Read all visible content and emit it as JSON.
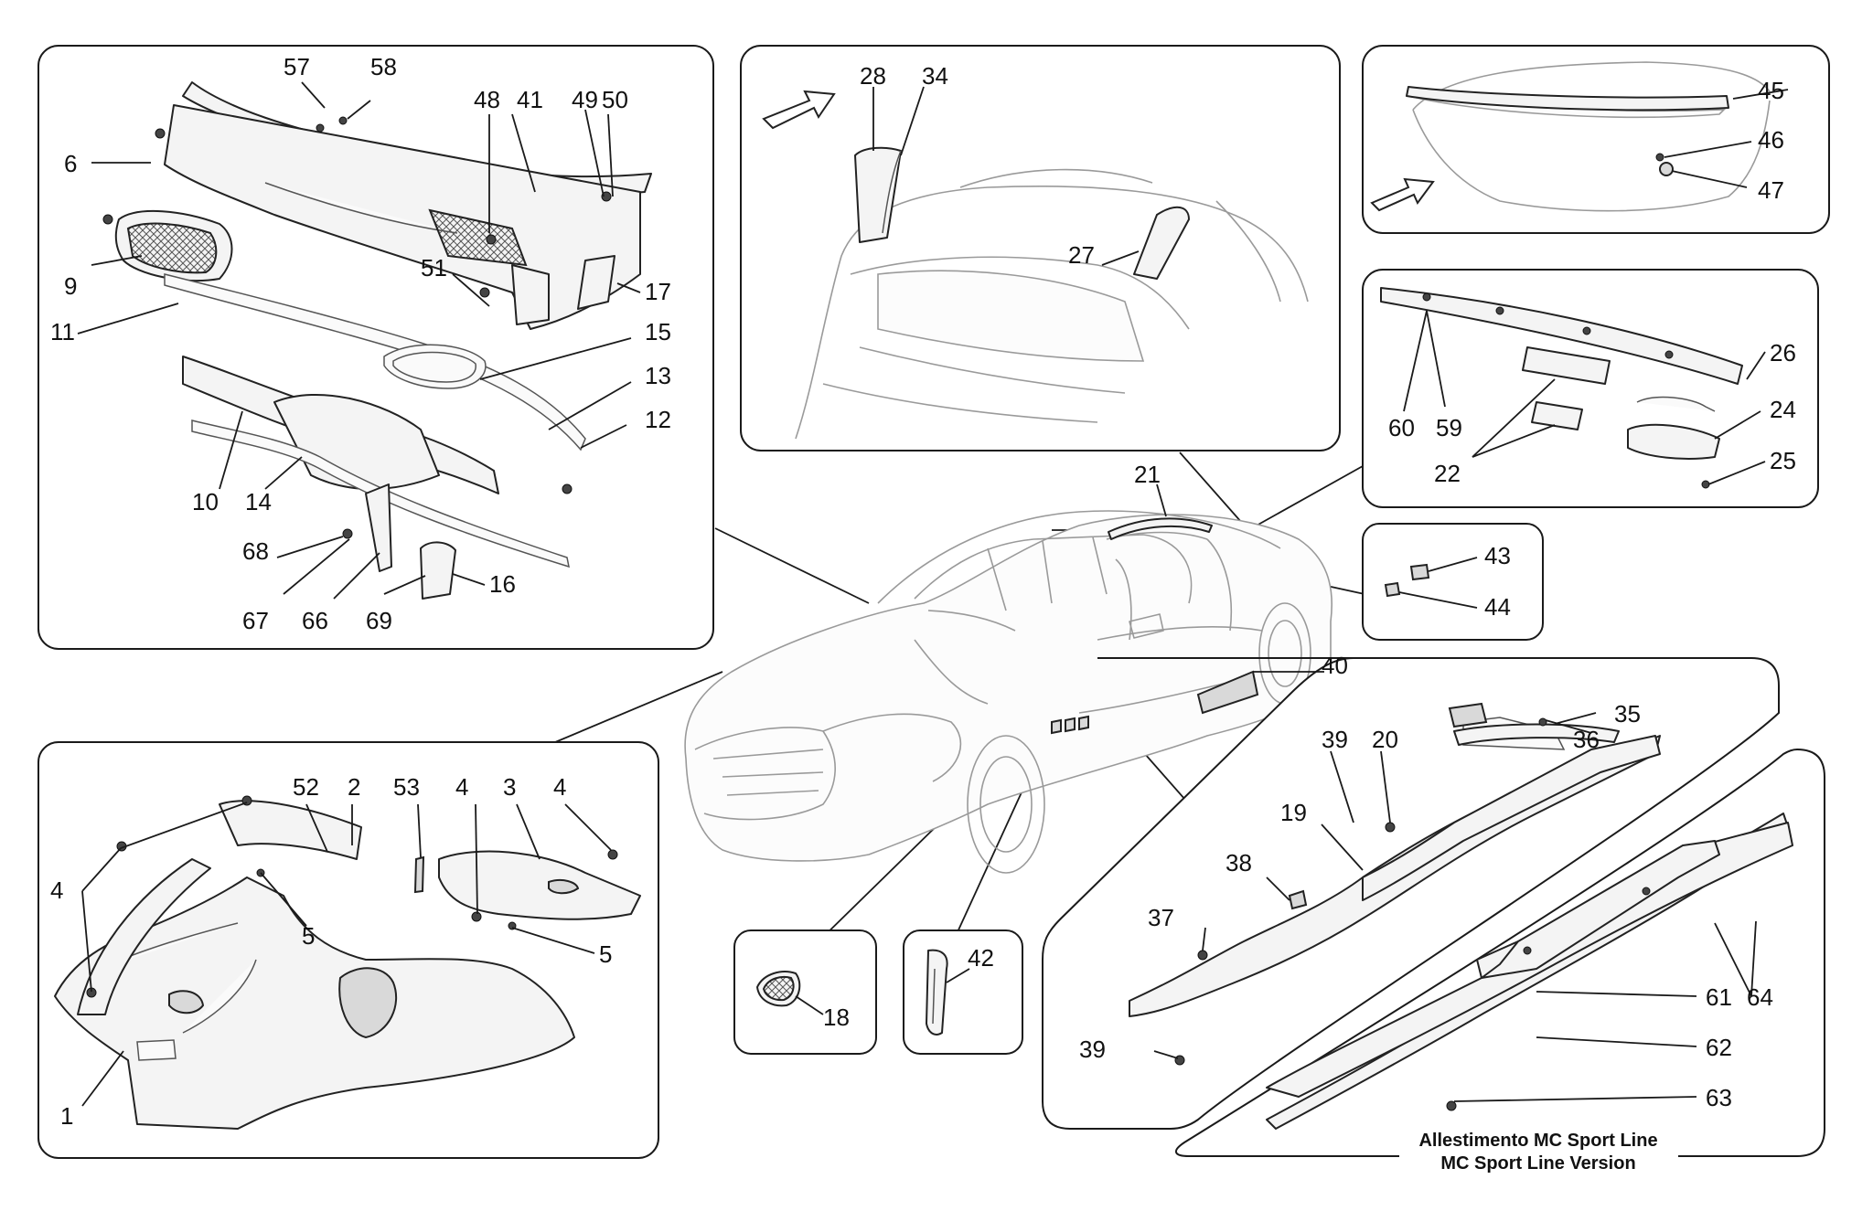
{
  "labels": {
    "n1": "1",
    "n2": "2",
    "n3": "3",
    "n4a": "4",
    "n4b": "4",
    "n4c": "4",
    "n5a": "5",
    "n5b": "5",
    "n6": "6",
    "n9": "9",
    "n10": "10",
    "n11": "11",
    "n12": "12",
    "n13": "13",
    "n14": "14",
    "n15": "15",
    "n16": "16",
    "n17": "17",
    "n18": "18",
    "n19": "19",
    "n20": "20",
    "n21": "21",
    "n22": "22",
    "n24": "24",
    "n25": "25",
    "n26": "26",
    "n27": "27",
    "n28": "28",
    "n34": "34",
    "n35": "35",
    "n36": "36",
    "n37": "37",
    "n38": "38",
    "n39a": "39",
    "n39b": "39",
    "n40": "40",
    "n41": "41",
    "n42": "42",
    "n43": "43",
    "n44": "44",
    "n45": "45",
    "n46": "46",
    "n47": "47",
    "n48": "48",
    "n49": "49",
    "n50": "50",
    "n51": "51",
    "n52": "52",
    "n53": "53",
    "n57": "57",
    "n58": "58",
    "n59": "59",
    "n60": "60",
    "n61": "61",
    "n62": "62",
    "n63": "63",
    "n64": "64",
    "n66": "66",
    "n67": "67",
    "n68": "68",
    "n69": "69"
  },
  "caption": {
    "line1": "Allestimento MC Sport Line",
    "line2": "MC Sport Line Version"
  },
  "colors": {
    "stroke": "#1a1a1a",
    "car_outline": "#9a9a9a",
    "part_fill": "#f4f4f4"
  }
}
